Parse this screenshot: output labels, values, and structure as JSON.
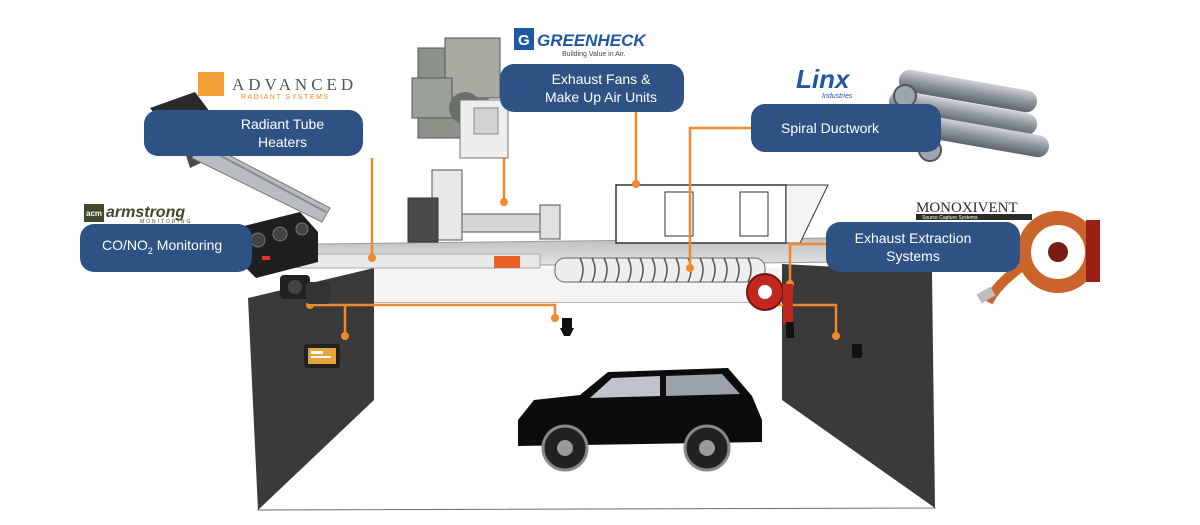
{
  "colors": {
    "callout_bg": "#2d5283",
    "connector": "#f0892c",
    "wall": "#3a3a3a",
    "floor": "#ffffff",
    "ceiling": "#d9d9d9",
    "greenheck_blue": "#1f57a6",
    "advanced_orange": "#f5a13a",
    "armstrong_green": "#3e4a2a",
    "monoxivent_dark": "#2b2b2b",
    "hose": "#c9642a"
  },
  "callouts": {
    "radiant": {
      "line1": "Radiant Tube",
      "line2": "Heaters"
    },
    "exhaust_fans": {
      "line1": "Exhaust Fans &",
      "line2": "Make Up Air Units"
    },
    "spiral": {
      "line1": "Spiral Ductwork"
    },
    "co_no2": {
      "prefix": "CO/NO",
      "sub": "2",
      "suffix": " Monitoring"
    },
    "extraction": {
      "line1": "Exhaust Extraction",
      "line2": "Systems"
    }
  },
  "brands": {
    "advanced": {
      "name": "ADVANCED",
      "tagline": "RADIANT SYSTEMS"
    },
    "greenheck": {
      "name": "GREENHECK",
      "tagline": "Building Value in Air."
    },
    "linx": {
      "name": "Linx",
      "tagline": "Industries"
    },
    "armstrong": {
      "mark": "acm",
      "name": "armstrong",
      "tagline": "MONITORING"
    },
    "monoxivent": {
      "name": "MONOXIVENT",
      "tagline": "Source Capture Systems"
    }
  },
  "icons": {
    "heater": "radiant-tube-heater-icon",
    "fan": "exhaust-fan-icon",
    "duct": "spiral-duct-icon",
    "monitor": "gas-monitor-icon",
    "reel": "hose-reel-icon",
    "car": "suv-icon"
  }
}
